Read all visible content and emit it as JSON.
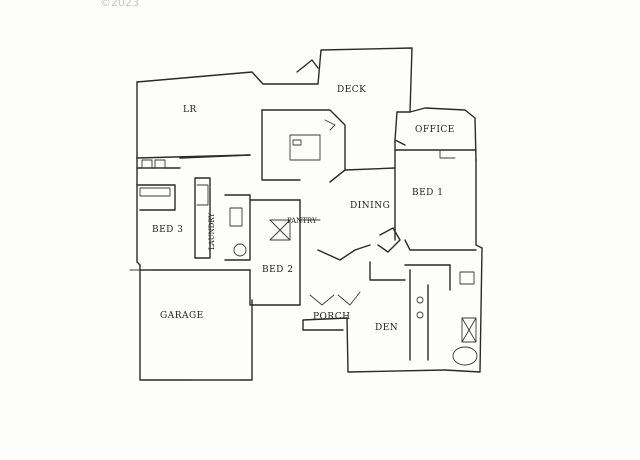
{
  "watermark": "©2023",
  "rooms": {
    "lr": "LR",
    "deck": "DECK",
    "office": "OFFICE",
    "bed1": "BED 1",
    "dining": "DINING",
    "bed3": "BED 3",
    "laundry": "LAUNDRY",
    "pantry": "PANTRY",
    "bed2": "BED 2",
    "garage": "GARAGE",
    "porch": "PORCH",
    "den": "DEN"
  }
}
